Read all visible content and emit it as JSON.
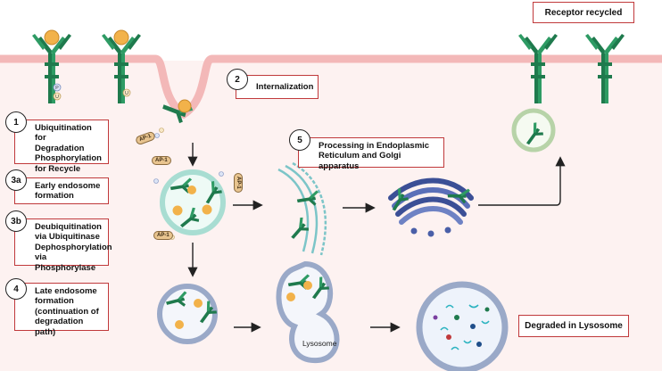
{
  "steps": [
    {
      "num": "1",
      "label": "Ubiquitination for\nDegradation\nPhosphorylation\nfor Recycle"
    },
    {
      "num": "3a",
      "label": "Early endosome\nformation"
    },
    {
      "num": "3b",
      "label": "Deubiquitination\nvia Ubiquitinase\nDephosphorylation\nvia Phosphorylase"
    },
    {
      "num": "4",
      "label": "Late endosome\nformation\n(continuation of\ndegradation path)"
    }
  ],
  "internalization": {
    "num": "2",
    "label": "Internalization"
  },
  "processing": {
    "num": "5",
    "label": "Processing in Endoplasmic\nReticulum and Golgi apparatus"
  },
  "receptor_recycled": "Receptor recycled",
  "degraded": "Degraded in Lysosome",
  "lysosome_label": "Lysosome",
  "ap1_label": "AP-1",
  "marks": {
    "phospho": "P",
    "ubiquitin": "U"
  },
  "colors": {
    "receptor": "#1f7a4d",
    "ligand": "#f2b24a",
    "membrane": "#f3b8b8",
    "vesicle": "#9aa9c8",
    "early_endosome": "#a8ddd2",
    "recycling_vesicle": "#b7d3a8",
    "golgi": "#4a5fa8",
    "accent_border": "#c0393b"
  }
}
